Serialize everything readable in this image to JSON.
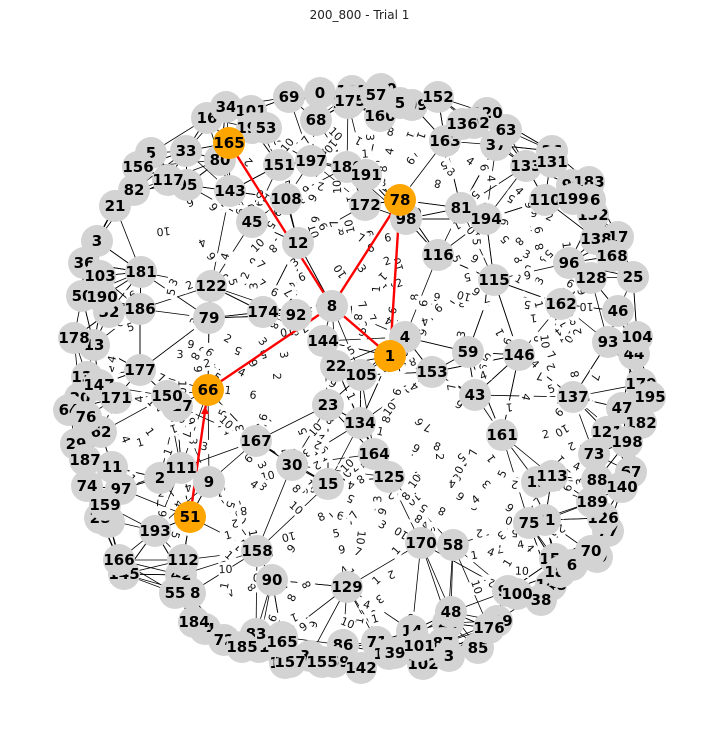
{
  "title": "200_800 - Trial 1",
  "colors": {
    "node": "#d3d3d3",
    "highlight": "#ffa500",
    "path": "#ff0000",
    "edge": "#000000"
  },
  "graph": {
    "highlighted_nodes": [
      "165",
      "78",
      "1",
      "66",
      "51"
    ],
    "path": [
      "165",
      "8",
      "1",
      "78",
      "8",
      "66",
      "51"
    ]
  }
}
